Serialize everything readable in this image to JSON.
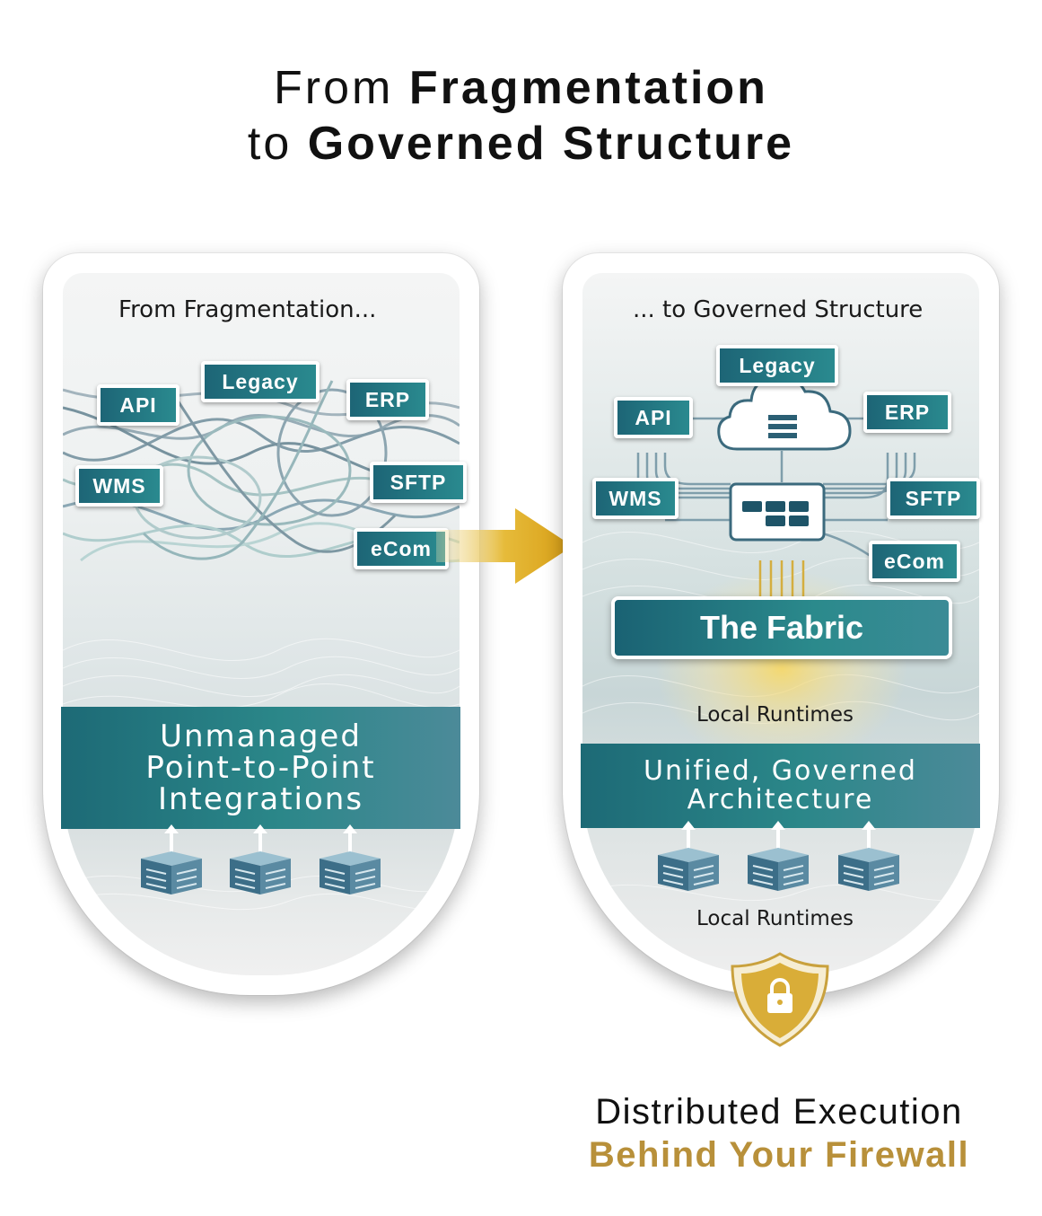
{
  "title": {
    "line1_prefix": "From",
    "line1_bold": "Fragmentation",
    "line2_prefix": "to",
    "line2_bold": "Governed Structure"
  },
  "left_panel": {
    "heading": "From Fragmentation...",
    "tags": [
      "API",
      "Legacy",
      "ERP",
      "WMS",
      "SFTP",
      "eCom"
    ],
    "band_lines": [
      "Unmanaged",
      "Point-to-Point",
      "Integrations"
    ]
  },
  "right_panel": {
    "heading": "... to Governed Structure",
    "tags": [
      "Legacy",
      "API",
      "ERP",
      "WMS",
      "SFTP",
      "eCom"
    ],
    "fabric_label": "The Fabric",
    "runtimes_label_top": "Local Runtimes",
    "band_lines": [
      "Unified, Governed",
      "Architecture"
    ],
    "runtimes_label_bottom": "Local Runtimes"
  },
  "footer": {
    "line1": "Distributed Execution",
    "line2": "Behind Your Firewall"
  },
  "colors": {
    "teal_dark": "#1d6576",
    "teal_light": "#2a8a8f",
    "gold": "#b8903a",
    "arrow_gold": "#e2ad1e"
  },
  "icons": [
    "arrow-right-icon",
    "cloud-icon",
    "hub-icon",
    "server-icon",
    "shield-lock-icon"
  ]
}
